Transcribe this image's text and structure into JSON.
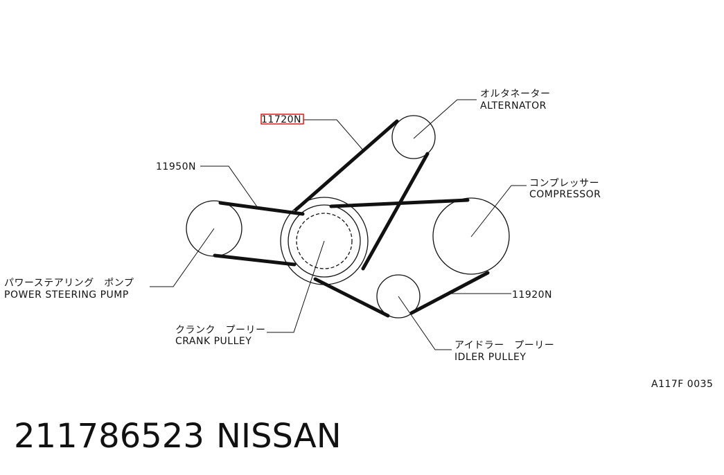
{
  "diagram": {
    "part_11720n": "11720N",
    "part_11950n": "11950N",
    "part_11920n": "11920N",
    "alternator_jp": "オルタネーター",
    "alternator": "ALTERNATOR",
    "compressor_jp": "コンプレッサー",
    "compressor": "COMPRESSOR",
    "power_steering_pump_jp": "パワーステアリング　ポンプ",
    "power_steering_pump": "POWER STEERING PUMP",
    "crank_pulley_jp": "クランク　プーリー",
    "crank_pulley": "CRANK PULLEY",
    "idler_pulley_jp": "アイドラー　プーリー",
    "idler_pulley": "IDLER PULLEY",
    "figure_code": "A117F 0035",
    "highlight_color": "#e01818"
  },
  "footer": {
    "part_number": "211786523",
    "brand": "NISSAN"
  }
}
